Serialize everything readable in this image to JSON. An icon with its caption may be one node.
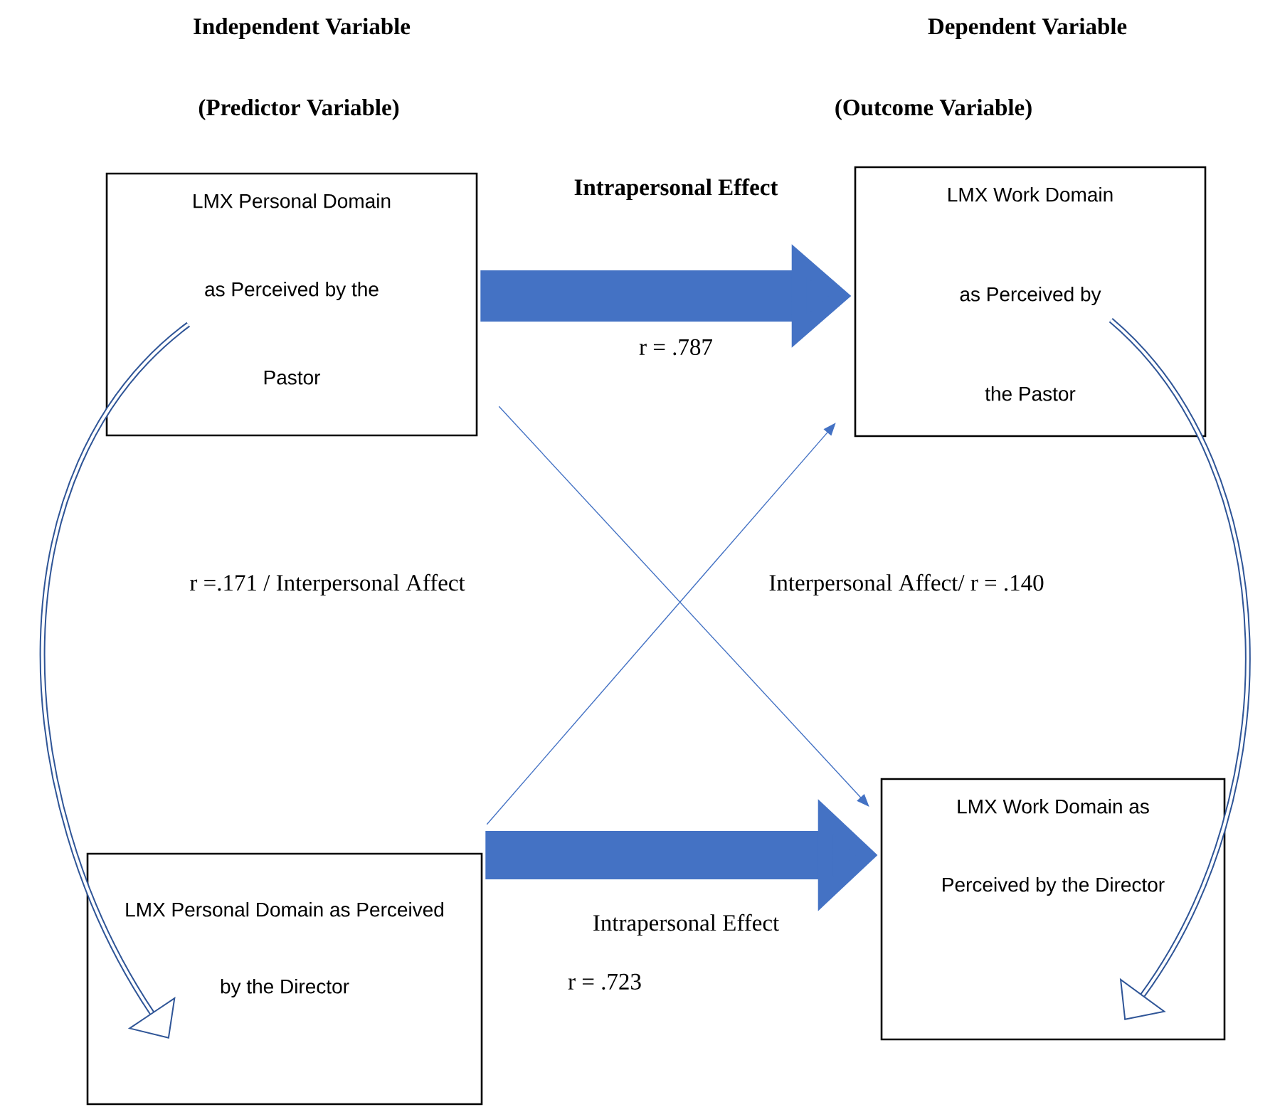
{
  "diagram": {
    "nodes": [
      {
        "text": [
          "LMX Personal Domain as Perceived by the Pastor"
        ]
      },
      {
        "text": [
          "LMX Work Domain as Perceived by the Pastor"
        ]
      },
      {
        "text": [
          "LMX Personal Domain as Perceived by the Director"
        ]
      },
      {
        "text": [
          "LMX Work Domain as Perceived by the Director"
        ]
      }
    ],
    "edges": [
      {
        "from": 0,
        "to": 1,
        "arrow": "to",
        "style": "thick",
        "label": "Intrapersonal Effect"
      },
      {
        "from": 2,
        "to": 3,
        "arrow": "to",
        "style": "thick",
        "label": "Intrapersonal Effect"
      },
      {
        "from": 0,
        "to": 3,
        "arrow": "to"
      },
      {
        "from": 2,
        "to": 1,
        "arrow": "to"
      },
      {
        "from": 0,
        "to": 2,
        "arrow": "to"
      },
      {
        "from": 1,
        "to": 3,
        "arrow": "to"
      }
    ],
    "labels": [
      "Independent Variable",
      "Dependent Variable",
      "(Predictor Variable)",
      "(Outcome Variable)",
      "r = .787",
      "r =.171 / Interpersonal Affect",
      "Interpersonal Affect/ r = .140",
      "r = .723"
    ]
  }
}
